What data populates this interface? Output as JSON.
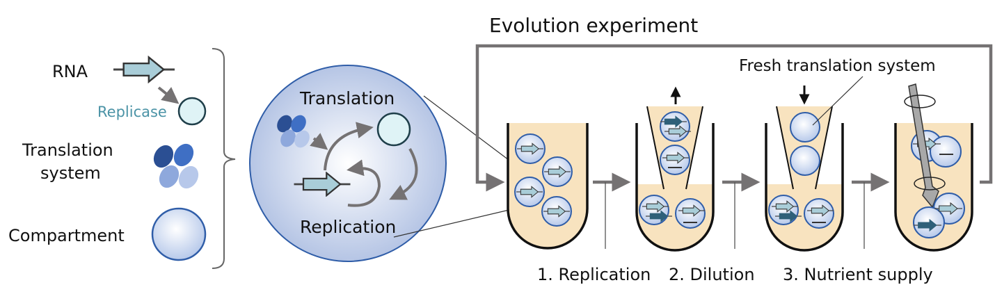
{
  "legend": {
    "rna_label": "RNA",
    "replicase_label": "Replicase",
    "translation_system_line1": "Translation",
    "translation_system_line2": "system",
    "compartment_label": "Compartment"
  },
  "cell": {
    "translation_label": "Translation",
    "replication_label": "Replication"
  },
  "experiment": {
    "title": "Evolution experiment",
    "fresh_label": "Fresh translation system",
    "steps": [
      {
        "label": "1. Replication"
      },
      {
        "label": "2. Dilution"
      },
      {
        "label": "3. Nutrient supply"
      }
    ]
  },
  "colors": {
    "rna_fill": "#a9cdd8",
    "replicase_fill": "#dff3f6",
    "replicase_text": "#4b93a6",
    "compartment_edge": "#2f5da8",
    "medium_fill": "#f8e3bf",
    "arrow_gray": "#757273",
    "dark_rna": "#2f6079"
  }
}
